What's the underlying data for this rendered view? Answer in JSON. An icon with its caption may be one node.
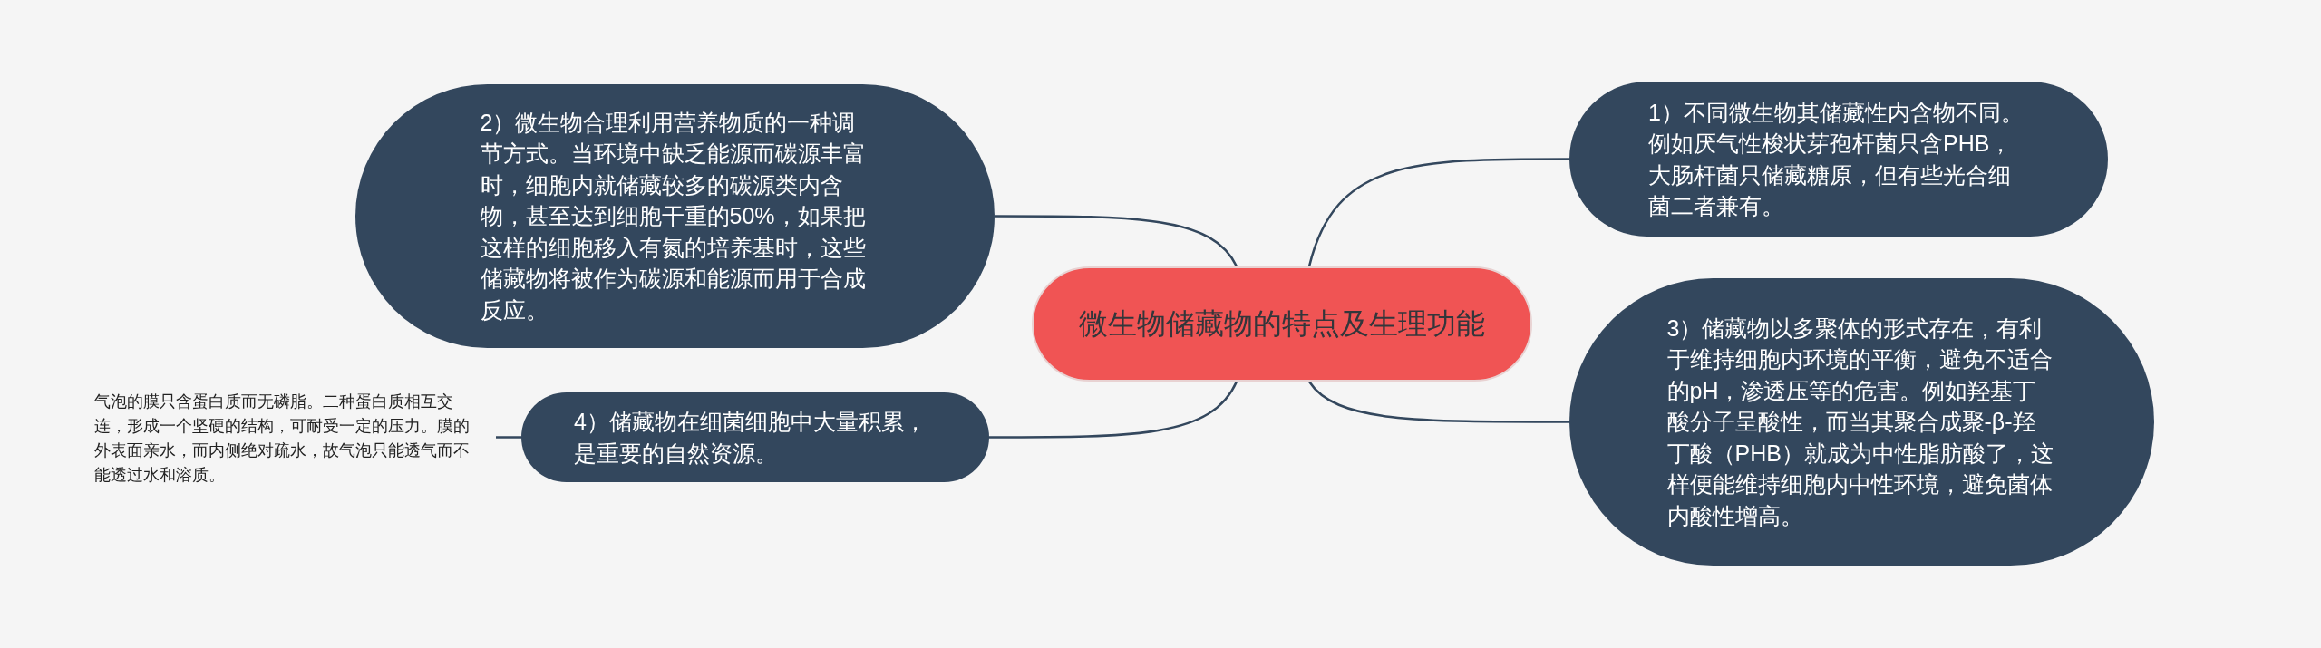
{
  "diagram": {
    "nodes": [
      {
        "text": [
          "微生物储藏物的特点及生理功能"
        ]
      },
      {
        "text": [
          "1）不同微生物其储藏性内含物不同。例如厌气性梭状芽孢杆菌只含PHB，大肠杆菌只储藏糖原，但有些光合细菌二者兼有。"
        ]
      },
      {
        "text": [
          "2）微生物合理利用营养物质的一种调节方式。当环境中缺乏能源而碳源丰富时，细胞内就储藏较多的碳源类内含物，甚至达到细胞干重的50%，如果把这样的细胞移入有氮的培养基时，这些储藏物将被作为碳源和能源而用于合成反应。"
        ]
      },
      {
        "text": [
          "3）储藏物以多聚体的形式存在，有利于维持细胞内环境的平衡，避免不适合的pH，渗透压等的危害。例如羟基丁酸分子呈酸性，而当其聚合成聚-β-羟丁酸（PHB）就成为中性脂肪酸了，这样便能维持细胞内中性环境，避免菌体内酸性增高。"
        ]
      },
      {
        "text": [
          "4）储藏物在细菌细胞中大量积累，是重要的自然资源。"
        ]
      },
      {
        "text": [
          "气泡的膜只含蛋白质而无磷脂。二种蛋白质相互交连，形成一个坚硬的结构，可耐受一定的压力。膜的外表面亲水，而内侧绝对疏水，故气泡只能透气而不能透过水和溶质。"
        ]
      }
    ],
    "edges": [
      {
        "from": 0,
        "to": 1,
        "arrow": "none"
      },
      {
        "from": 0,
        "to": 2,
        "arrow": "none"
      },
      {
        "from": 0,
        "to": 3,
        "arrow": "none"
      },
      {
        "from": 0,
        "to": 4,
        "arrow": "none"
      },
      {
        "from": 4,
        "to": 5,
        "arrow": "none"
      }
    ]
  }
}
